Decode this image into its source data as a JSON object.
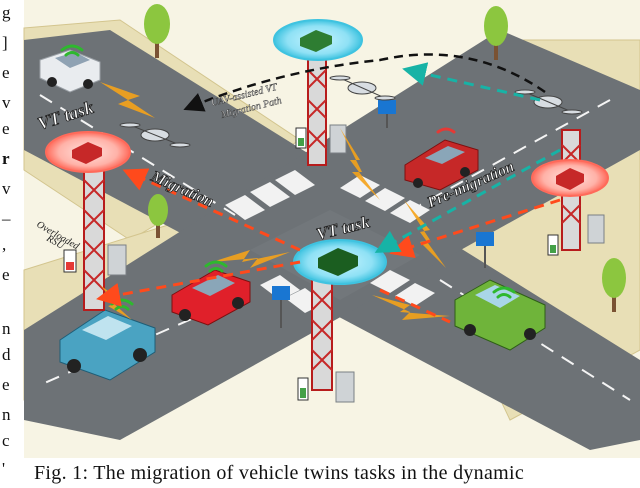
{
  "margin_text": [
    "g",
    "]",
    "e",
    "v",
    "e",
    "r",
    "v",
    "–",
    ",",
    "e",
    "n",
    "d",
    "e",
    "n",
    "c",
    "'"
  ],
  "labels": {
    "vt_task_left": "VT task",
    "vt_task_center": "VT task",
    "migration": "Migration",
    "pre_migration": "Pre-migration",
    "uav_path": "UAV-assisted VT",
    "uav_path_2": "Migration Path",
    "overloaded_rsu": "Overloaded",
    "overloaded_rsu_2": "RSU"
  },
  "caption": "Fig. 1: The migration of vehicle twins tasks in the dynamic",
  "colors": {
    "road": "#6f7478",
    "sidewalk": "#e6ddb4",
    "grass": "#f5f2e2",
    "migration_arrow": "#ff4a1c",
    "pre_migration_arrow": "#17b3a6",
    "uav_arrow": "#111111",
    "signal": "#f4a21a",
    "vt_ring": "#4fd2e8"
  }
}
